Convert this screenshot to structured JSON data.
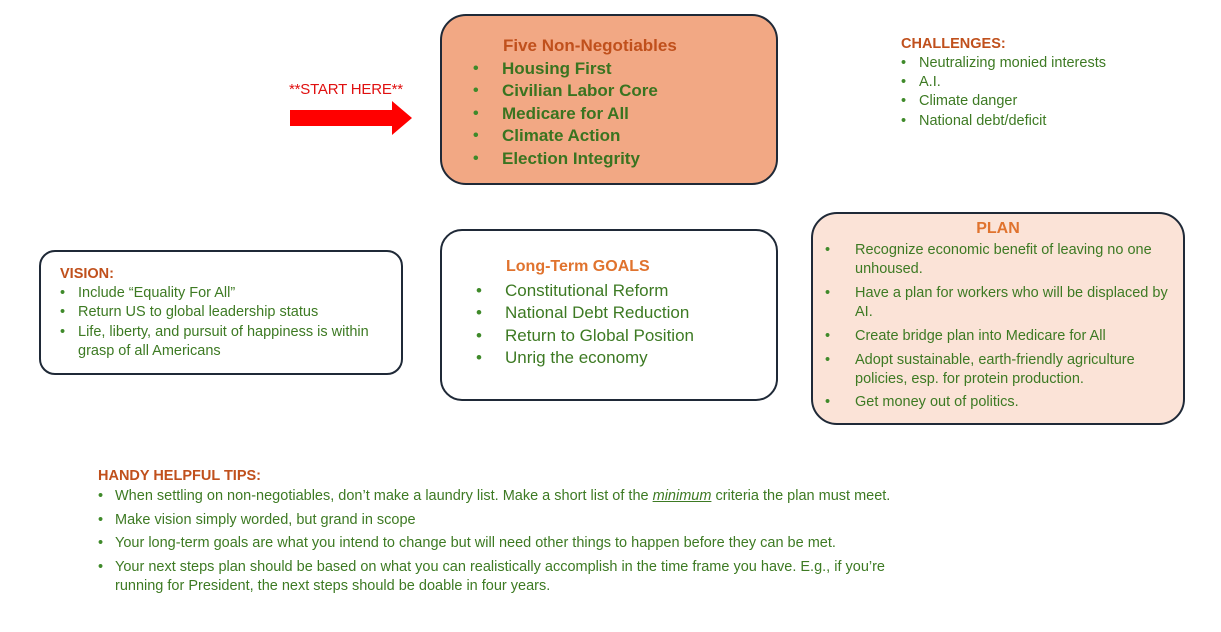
{
  "start": {
    "label": "**START HERE**",
    "arrow_color": "#ff0000"
  },
  "non_negotiables": {
    "title": "Five Non-Negotiables",
    "items": [
      "Housing First",
      "Civilian Labor Core",
      "Medicare for All",
      "Climate Action",
      "Election Integrity"
    ],
    "fill": "#f2a884"
  },
  "challenges": {
    "title": "CHALLENGES:",
    "items": [
      "Neutralizing monied interests",
      "A.I.",
      "Climate danger",
      "National debt/deficit"
    ]
  },
  "vision": {
    "title": "VISION:",
    "items": [
      "Include “Equality For All”",
      "Return US to global leadership status",
      "Life, liberty, and pursuit of happiness is within grasp of all Americans"
    ]
  },
  "goals": {
    "title": "Long-Term GOALS",
    "items": [
      "Constitutional Reform",
      "National Debt Reduction",
      "Return to Global Position",
      "Unrig the economy"
    ]
  },
  "plan": {
    "title": "PLAN",
    "items": [
      "Recognize economic benefit of leaving no one unhoused.",
      "Have a plan for workers who will be displaced by AI.",
      "Create bridge plan into Medicare for All",
      "Adopt sustainable, earth-friendly agriculture policies, esp. for protein production.",
      "Get money out of politics."
    ],
    "fill": "#fbe3d7"
  },
  "tips": {
    "title": "HANDY HELPFUL TIPS:",
    "item1_before": "When settling on non-negotiables, don’t make a laundry list. Make a short list of the ",
    "item1_emphasis": "minimum",
    "item1_after": " criteria the plan must meet.",
    "items_rest": [
      "Make vision simply worded, but grand in scope",
      "Your long-term goals are what you intend to change but will need other things to happen before they can be met.",
      "Your next steps plan should be based on what you can realistically accomplish in the time frame you have. E.g., if you’re running for President, the next steps should be doable in four years."
    ]
  },
  "colors": {
    "title_orange": "#c0501c",
    "text_green": "#3d7a23",
    "border": "#1f2937"
  }
}
